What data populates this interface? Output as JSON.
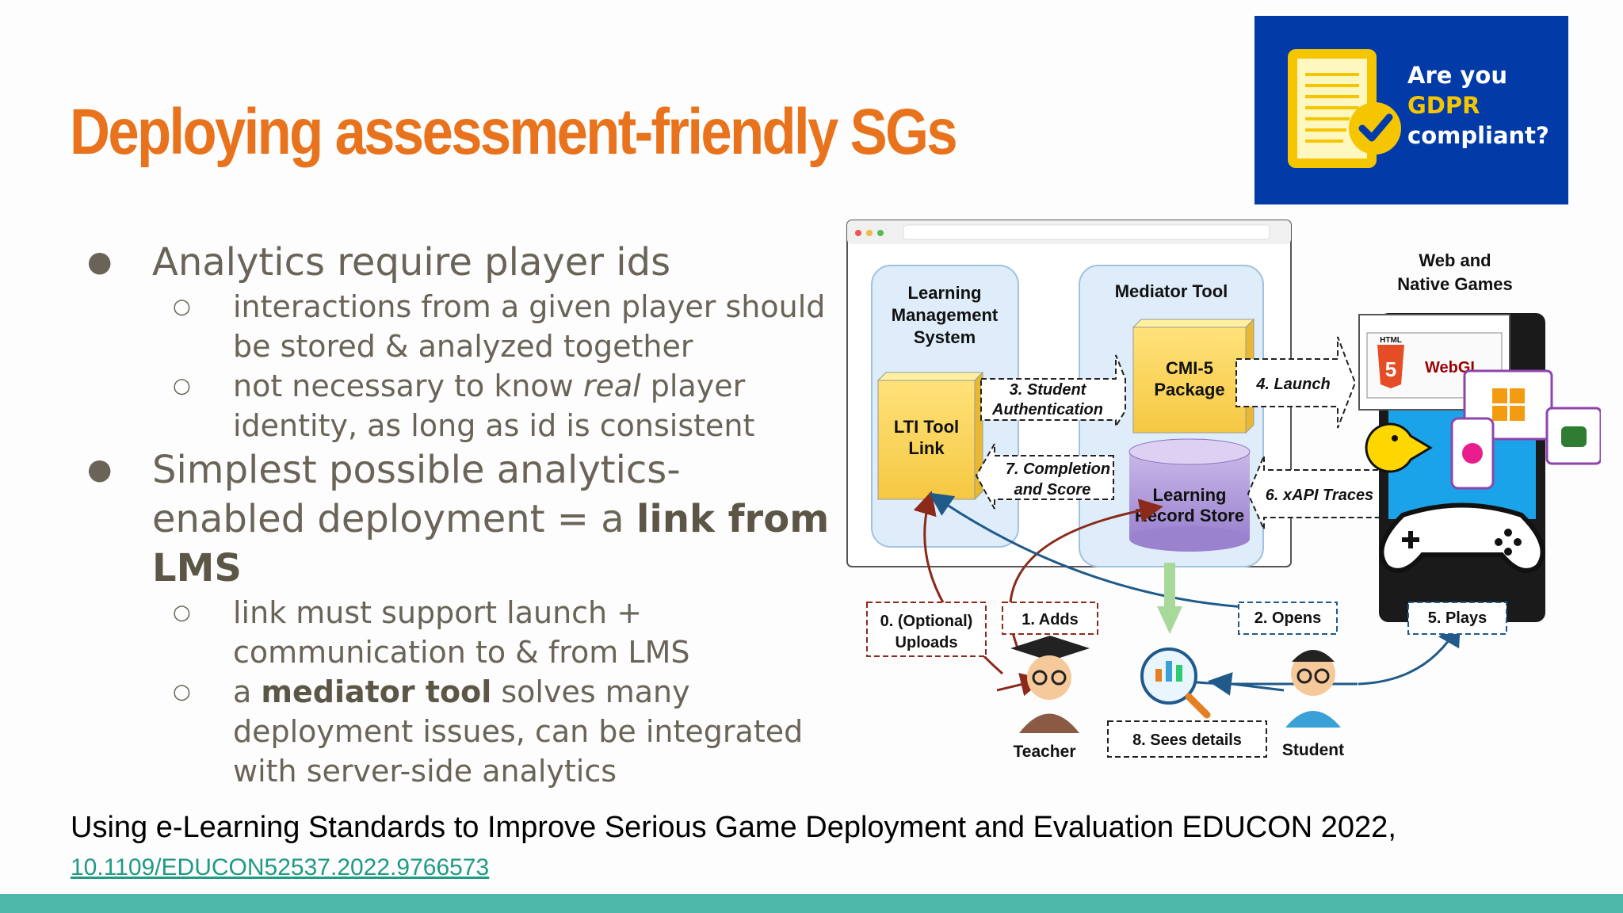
{
  "title": "Deploying assessment-friendly SGs",
  "gdpr_badge": {
    "line1": "Are you",
    "line2": "GDPR",
    "line3": "compliant?"
  },
  "bullets": {
    "b1": "Analytics require player ids",
    "b1_sub1": "interactions from a given player should be stored & analyzed together",
    "b1_sub2_pre": "not necessary to know ",
    "b1_sub2_em": "real",
    "b1_sub2_post": " player identity, as long as id is consistent",
    "b2_pre": "Simplest possible analytics-enabled deployment = a ",
    "b2_bold": "link from LMS",
    "b2_sub1": "link must support launch + communication to & from LMS",
    "b2_sub2_pre": "a ",
    "b2_sub2_bold": "mediator tool",
    "b2_sub2_post": " solves many deployment issues, can be integrated with server-side analytics"
  },
  "diagram": {
    "lms_title": [
      "Learning",
      "Management",
      "System"
    ],
    "lti_link": [
      "LTI Tool",
      "Link"
    ],
    "mediator_title": "Mediator Tool",
    "cmi5": [
      "CMI-5",
      "Package"
    ],
    "lrs": [
      "Learning",
      "Record Store"
    ],
    "games_title": [
      "Web and",
      "Native Games"
    ],
    "html5_label": "HTML",
    "webgl_label": "WebGL",
    "step3": [
      "3. Student",
      "Authentication"
    ],
    "step4": "4. Launch",
    "step6": "6. xAPI Traces",
    "step7": [
      "7. Completion",
      "and Score"
    ],
    "step0": [
      "0. (Optional)",
      "Uploads"
    ],
    "step1": "1. Adds",
    "step2": "2. Opens",
    "step5": "5. Plays",
    "step8": "8. Sees details",
    "teacher": "Teacher",
    "student": "Student"
  },
  "citation": {
    "text": "Using e-Learning Standards to Improve Serious Game Deployment and Evaluation  EDUCON 2022, ",
    "doi": "10.1109/EDUCON52537.2022.9766573"
  },
  "colors": {
    "title": "#e8731c",
    "gdpr_bg": "#023ba8",
    "gdpr_highlight": "#f5c600",
    "body_text": "#6a6458",
    "link": "#1f9a83",
    "footer": "#4eb9ab",
    "arrow_red": "#8b2a1a",
    "arrow_blue": "#1f5a8a"
  },
  "icons": [
    "gdpr-document-check-icon",
    "magnifier-analytics-icon",
    "gamepad-icon",
    "pacman-icon",
    "windows-icon",
    "apple-icon",
    "android-icon",
    "html5-icon"
  ]
}
